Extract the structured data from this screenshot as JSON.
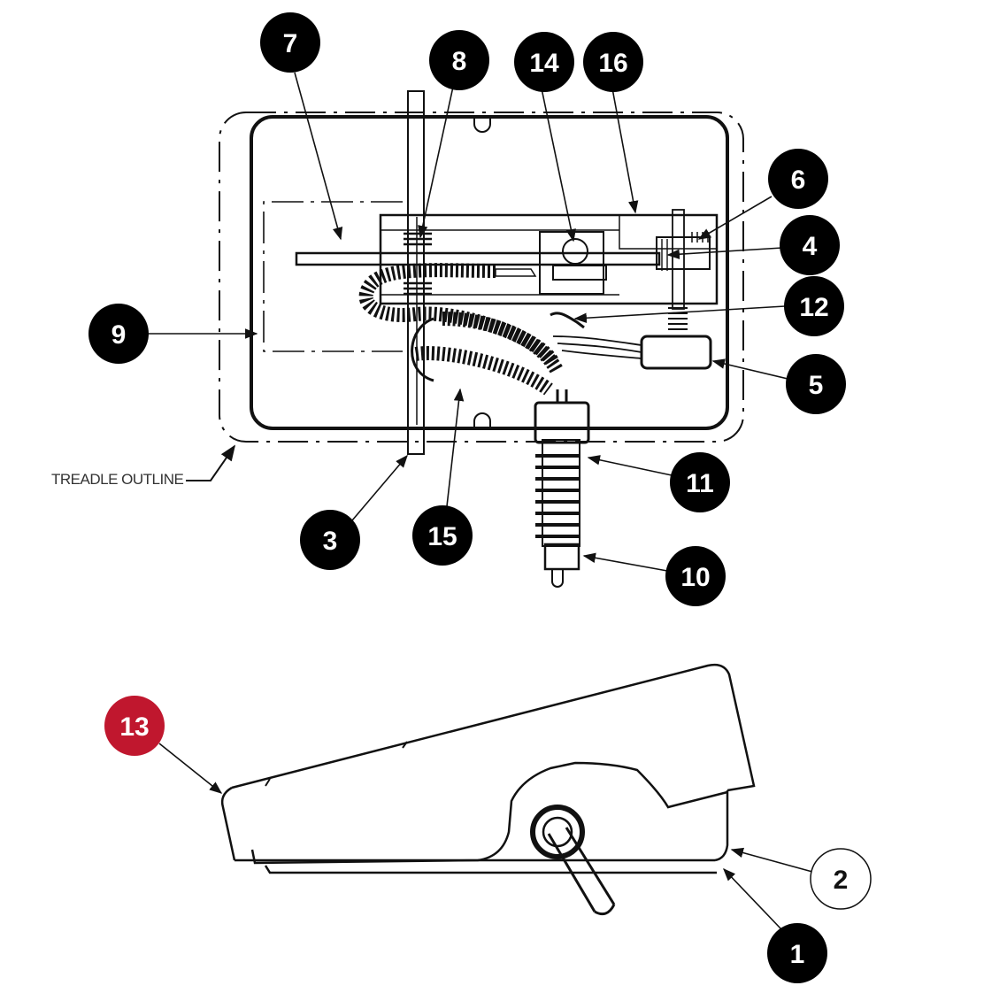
{
  "labels": {
    "treadle_outline": "TREADLE OUTLINE"
  },
  "colors": {
    "ink": "#111111",
    "callout_fill": "#000000",
    "callout_text": "#ffffff",
    "highlight_fill": "#c0172e",
    "open_fill": "#ffffff",
    "open_text": "#111111"
  },
  "callouts": [
    {
      "id": "7",
      "text": "7",
      "style": "filled"
    },
    {
      "id": "8",
      "text": "8",
      "style": "filled"
    },
    {
      "id": "14",
      "text": "14",
      "style": "filled"
    },
    {
      "id": "16",
      "text": "16",
      "style": "filled"
    },
    {
      "id": "6",
      "text": "6",
      "style": "filled"
    },
    {
      "id": "4",
      "text": "4",
      "style": "filled"
    },
    {
      "id": "12",
      "text": "12",
      "style": "filled"
    },
    {
      "id": "5",
      "text": "5",
      "style": "filled"
    },
    {
      "id": "9",
      "text": "9",
      "style": "filled"
    },
    {
      "id": "11",
      "text": "11",
      "style": "filled"
    },
    {
      "id": "3",
      "text": "3",
      "style": "filled"
    },
    {
      "id": "15",
      "text": "15",
      "style": "filled"
    },
    {
      "id": "10",
      "text": "10",
      "style": "filled"
    },
    {
      "id": "13",
      "text": "13",
      "style": "highlight"
    },
    {
      "id": "2",
      "text": "2",
      "style": "open"
    },
    {
      "id": "1",
      "text": "1",
      "style": "filled"
    }
  ]
}
